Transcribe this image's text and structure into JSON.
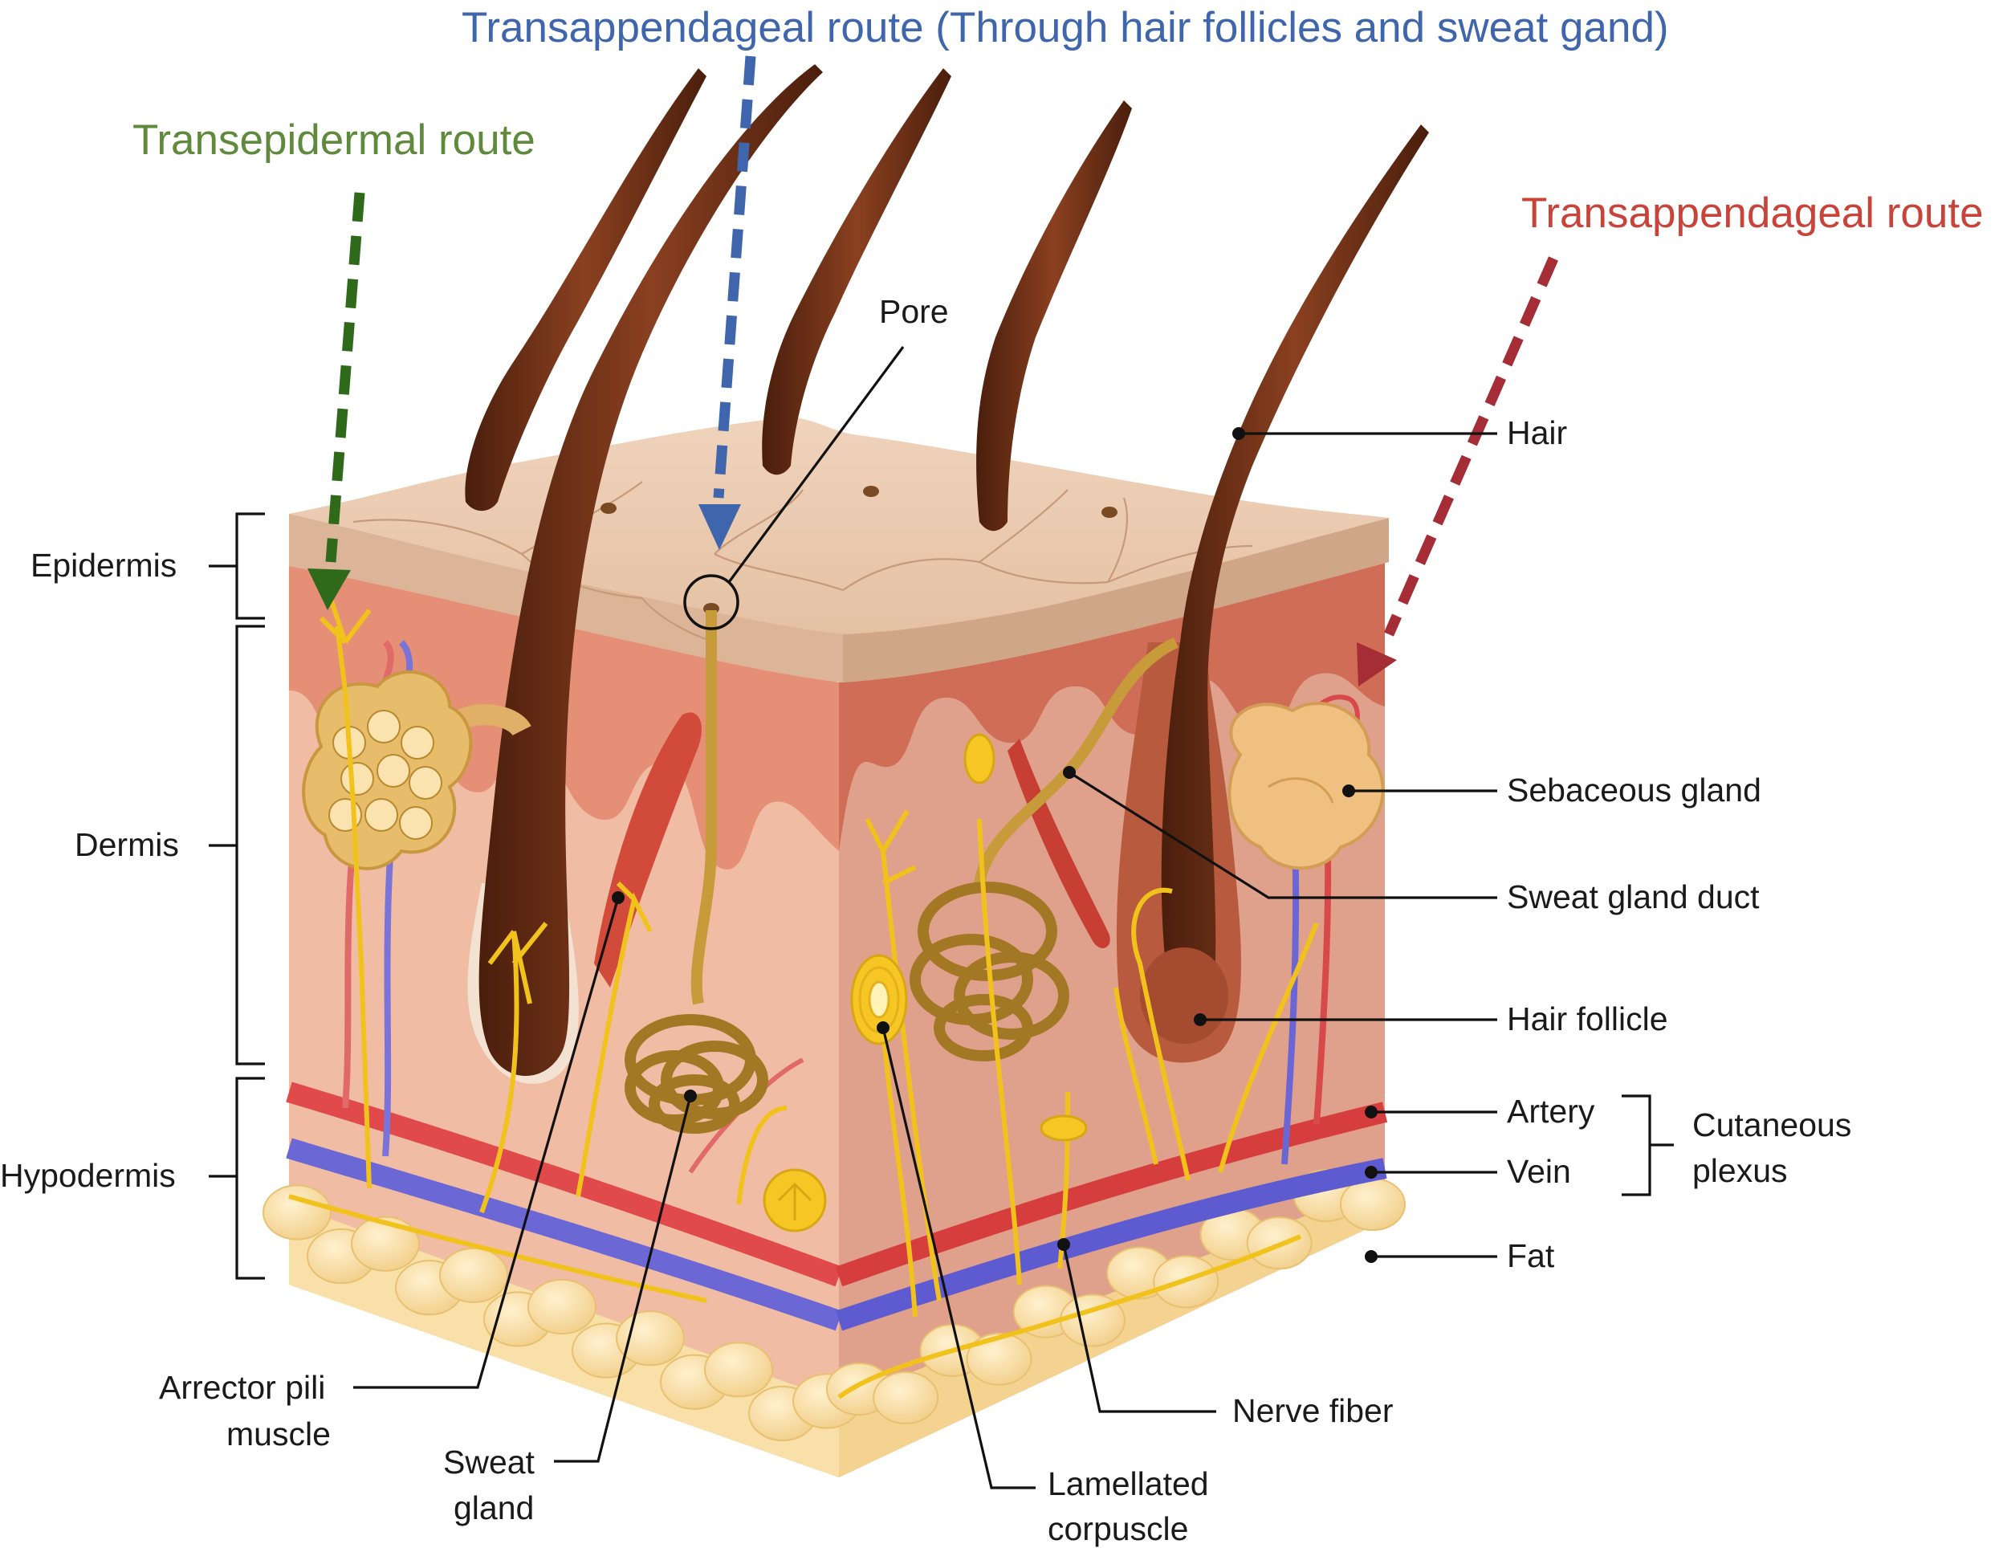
{
  "routes": {
    "transappendageal_blue": "Transappendageal route (Through hair follicles and sweat gand)",
    "transepidermal": "Transepidermal route",
    "transappendageal_red": "Transappendageal route"
  },
  "layers": {
    "epidermis": "Epidermis",
    "dermis": "Dermis",
    "hypodermis": "Hypodermis"
  },
  "labels": {
    "pore": "Pore",
    "hair": "Hair",
    "sebaceous_gland": "Sebaceous gland",
    "sweat_gland_duct": "Sweat gland duct",
    "hair_follicle": "Hair follicle",
    "artery": "Artery",
    "vein": "Vein",
    "cutaneous_line1": "Cutaneous",
    "cutaneous_line2": "plexus",
    "fat": "Fat",
    "nerve_fiber": "Nerve fiber",
    "lamellated_line1": "Lamellated",
    "lamellated_line2": "corpuscle",
    "sweat_gland_line1": "Sweat",
    "sweat_gland_line2": "gland",
    "arrector_line1": "Arrector pili",
    "arrector_line2": "muscle"
  },
  "colors": {
    "blue_route": "#3f66ad",
    "green_route": "#5f8a3c",
    "green_arrow": "#2e6a1a",
    "red_route": "#c8433a",
    "red_arrow": "#a52d36",
    "epidermis": "#e6c4a8",
    "dermis_front": "#efb49c",
    "dermis_side": "#d99c87",
    "fat": "#f7d89a",
    "hair": "#6b2e14",
    "artery": "#e04a4a",
    "vein": "#6b68d6",
    "nerve": "#f2c21c",
    "gland": "#b98b2c"
  },
  "icons": [
    "hair-icon",
    "sweat-gland-coil-icon",
    "sebaceous-gland-icon",
    "lamellated-corpuscle-icon",
    "arrector-muscle-icon",
    "fat-cell-icon"
  ]
}
